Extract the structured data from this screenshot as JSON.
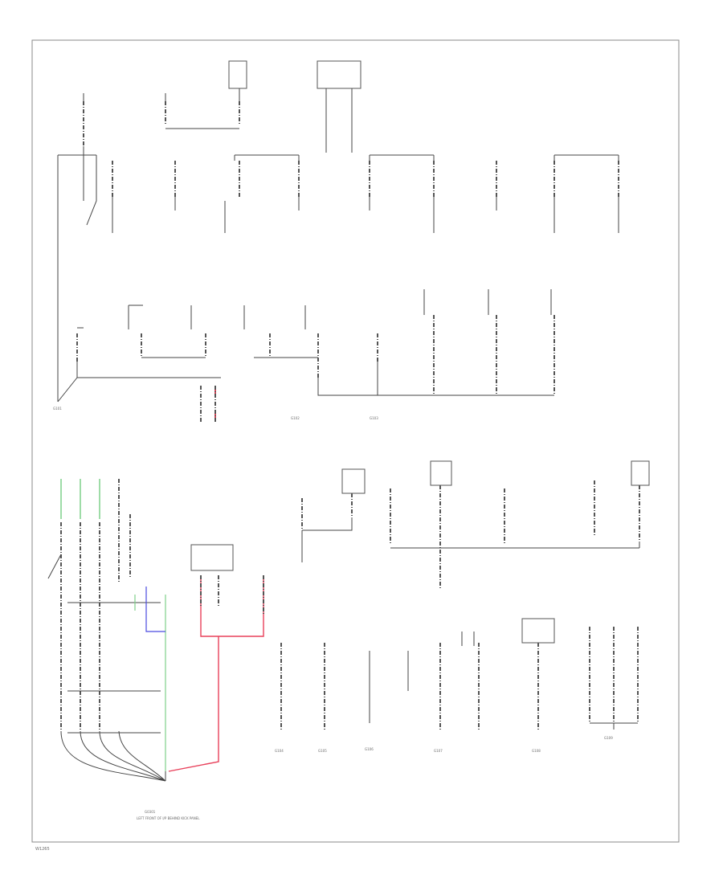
{
  "diagram": {
    "page_code": "W1265",
    "wire_colors": {
      "default": "#444444",
      "red": "#e8405a",
      "green": "#7fd08a",
      "blue": "#4a4ae0"
    },
    "ground_points": {
      "main": "G0301",
      "g1": "G101",
      "g2": "G102",
      "g3": "G103",
      "g4": "G104",
      "g5": "G105",
      "g6": "G106",
      "g7": "G107",
      "g8": "G108",
      "g9": "G109"
    },
    "bottom_left_ground_label": "LEFT FRONT OF I/P BEHIND KICK PANEL"
  }
}
